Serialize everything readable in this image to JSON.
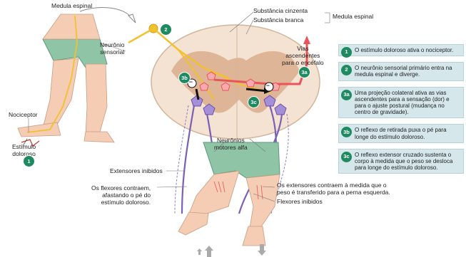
{
  "labels": {
    "medula_espinal_top": "Medula espinal",
    "neuronio_sensorial": "Neurônio\nsensorial",
    "nociceptor": "Nociceptor",
    "estimulo_doloroso": "Estímulo\ndoloroso",
    "substancia_cinzenta": "Substância cinzenta",
    "substancia_branca": "Substância branca",
    "medula_espinal_bracket": "Medula espinal",
    "vias_ascendentes": "Vias\nascendentes\npara o encéfalo",
    "neuronios_motores": "Neurônios\nmotores alfa",
    "extensores_inibidos": "Extensores inibidos",
    "flexores_contraem": "Os flexores contraem,\nafastando o pé do\nestímulo doloroso.",
    "extensores_contraem": "Os extensores contraem à medida que o\npeso é transferido para a perna esquerda.",
    "flexores_inibidos": "Flexores inibidos",
    "minus": "−"
  },
  "markers": {
    "m1": "1",
    "m2": "2",
    "m3a": "3a",
    "m3b": "3b",
    "m3c": "3c"
  },
  "steps": [
    {
      "badge": "1",
      "text": "O estímulo doloroso ativa o nociceptor."
    },
    {
      "badge": "2",
      "text": "O neurônio sensorial primário entra na medula espinal e diverge."
    },
    {
      "badge": "3a",
      "text": "Uma projeção colateral ativa as vias ascendentes para a sensação (dor) e para o ajuste postural (mudança no centro de gravidade)."
    },
    {
      "badge": "3b",
      "text": "O reflexo de retirada puxa o pé para longe do estímulo doloroso."
    },
    {
      "badge": "3c",
      "text": "O reflexo extensor cruzado sustenta o corpo à medida que o peso se desloca para longe do estímulo doloroso."
    }
  ],
  "colors": {
    "badge": "#1d8a5f",
    "step_bg": "#d5e7ea",
    "sensory": "#f2c12e",
    "ascending": "#e8545a",
    "motor": "#7a5fb5",
    "skin": "#f4cdb4",
    "shorts": "#8fc5a6",
    "white_matter": "#f4e3d3",
    "grey_matter": "#d9a98a"
  }
}
